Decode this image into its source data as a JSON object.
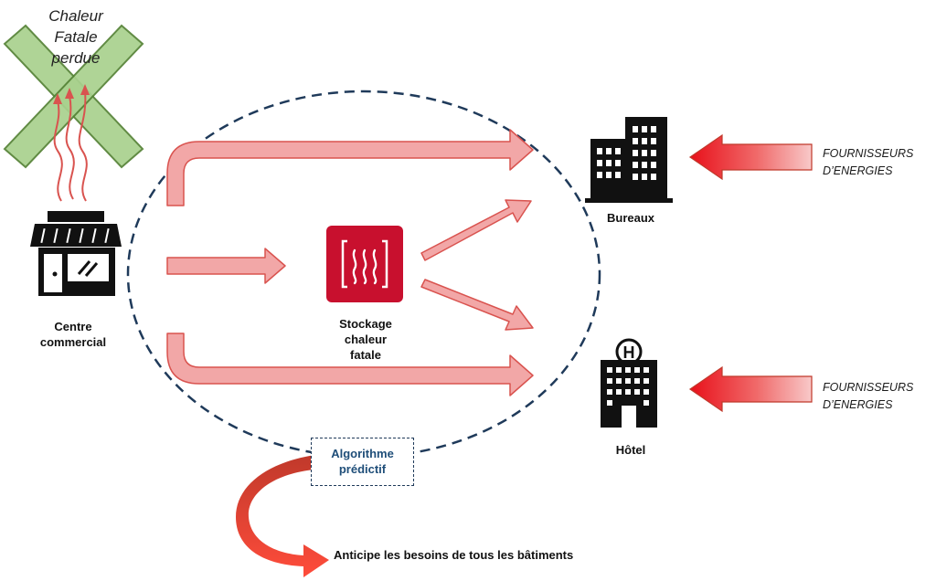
{
  "lost_heat": {
    "lines": [
      "Chaleur",
      "Fatale",
      "perdue"
    ]
  },
  "mall": {
    "lines": [
      "Centre",
      "commercial"
    ]
  },
  "storage": {
    "lines": [
      "Stockage",
      "chaleur",
      "fatale"
    ]
  },
  "offices": {
    "label": "Bureaux"
  },
  "hotel": {
    "label": "Hôtel"
  },
  "supplier_top": {
    "lines": [
      "FOURNISSEURS",
      "D’ENERGIES"
    ]
  },
  "supplier_bottom": {
    "lines": [
      "FOURNISSEURS",
      "D’ENERGIES"
    ]
  },
  "algorithm": {
    "lines": [
      "Algorithme",
      "prédictif"
    ]
  },
  "anticipation": {
    "label": "Anticipe les besoins de tous les bâtiments"
  },
  "colors": {
    "flow_fill": "#f2a7a7",
    "flow_stroke": "#d9534f",
    "supplier_red": "#e8101a",
    "storage_red": "#c8102e",
    "cross_green": "#a9d18e",
    "cross_stroke": "#548235",
    "dashed_navy": "#1f3a5a",
    "algo_text": "#1f4e79"
  }
}
